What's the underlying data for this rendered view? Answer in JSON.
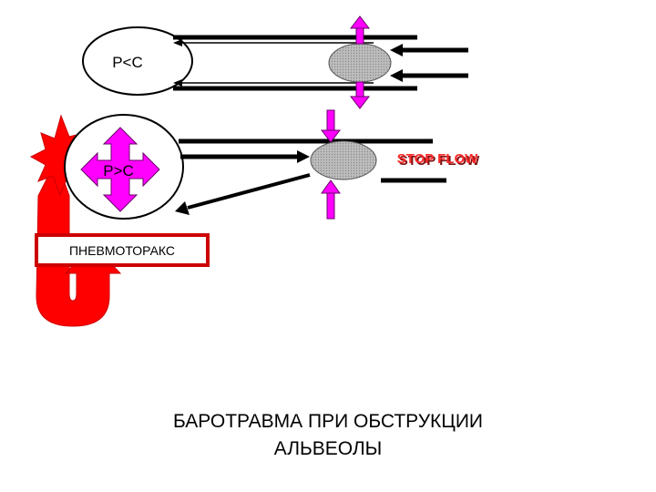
{
  "diagram": {
    "upper_alveolus_label": "P<C",
    "lower_alveolus_label": "P>C",
    "stop_flow_label": "STOP FLOW",
    "pneumothorax_label": "ПНЕВМОТОРАКС",
    "caption": {
      "line1": "БАРОТРАВМА ПРИ ОБСТРУКЦИИ",
      "line2": "АЛЬВЕОЛЫ"
    }
  },
  "colors": {
    "line": "#000000",
    "pressure_arrow": "#ff00ff",
    "pressure_arrow_outline": "#6a006a",
    "obstruction_fill": "#b8b8b8",
    "rupture": "#ff0000",
    "pneumothorax_border": "#cc0000",
    "pneumothorax_fill": "#ffffff"
  }
}
